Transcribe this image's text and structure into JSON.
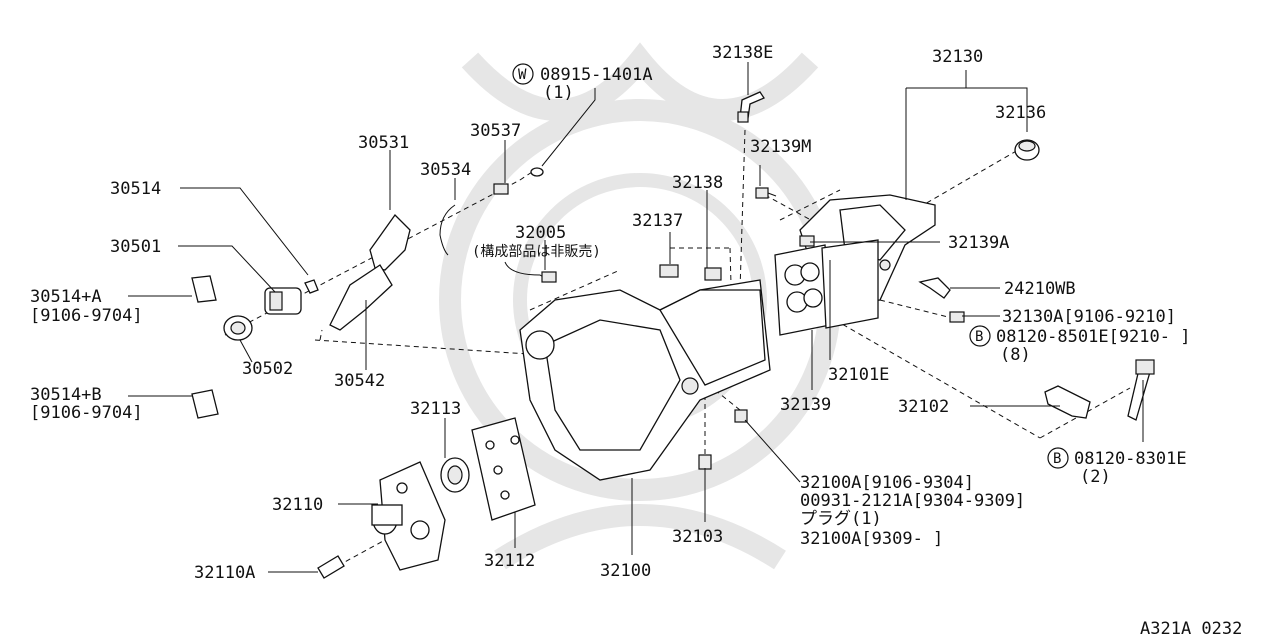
{
  "figure_code": "A321A 0232",
  "watermark": "logo-watermark",
  "labels": {
    "p32138E": "32138E",
    "p32130": "32130",
    "p08915": "08915-1401A",
    "p08915_qty": "(1)",
    "p32136": "32136",
    "p30537": "30537",
    "p30531": "30531",
    "p32139M": "32139M",
    "p30534": "30534",
    "p32138": "32138",
    "p30514": "30514",
    "p32005": "32005",
    "p32005_note": "(構成部品は非販売)",
    "p32137": "32137",
    "p32139A": "32139A",
    "p30501": "30501",
    "p24210WB": "24210WB",
    "p30514A": "30514+A",
    "p30514A_date": "[9106-9704]",
    "p32130A": "32130A[9106-9210]",
    "p08120_8501E": "08120-8501E[9210-     ]",
    "p08120_8501E_qty": "(8)",
    "p30502": "30502",
    "p30542": "30542",
    "p32101E": "32101E",
    "p30514B": "30514+B",
    "p30514B_date": "[9106-9704]",
    "p32113": "32113",
    "p32139": "32139",
    "p32102": "32102",
    "p08120_8301E": "08120-8301E",
    "p08120_8301E_qty": "(2)",
    "p32110": "32110",
    "p32100A_1": "32100A[9106-9304]",
    "p00931": "00931-2121A[9304-9309]",
    "p_plug": "プラグ(1)",
    "p32100A_2": "32100A[9309-     ]",
    "p32103": "32103",
    "p32112": "32112",
    "p32110A": "32110A",
    "p32100": "32100"
  },
  "markers": {
    "w": "W",
    "b": "B"
  }
}
